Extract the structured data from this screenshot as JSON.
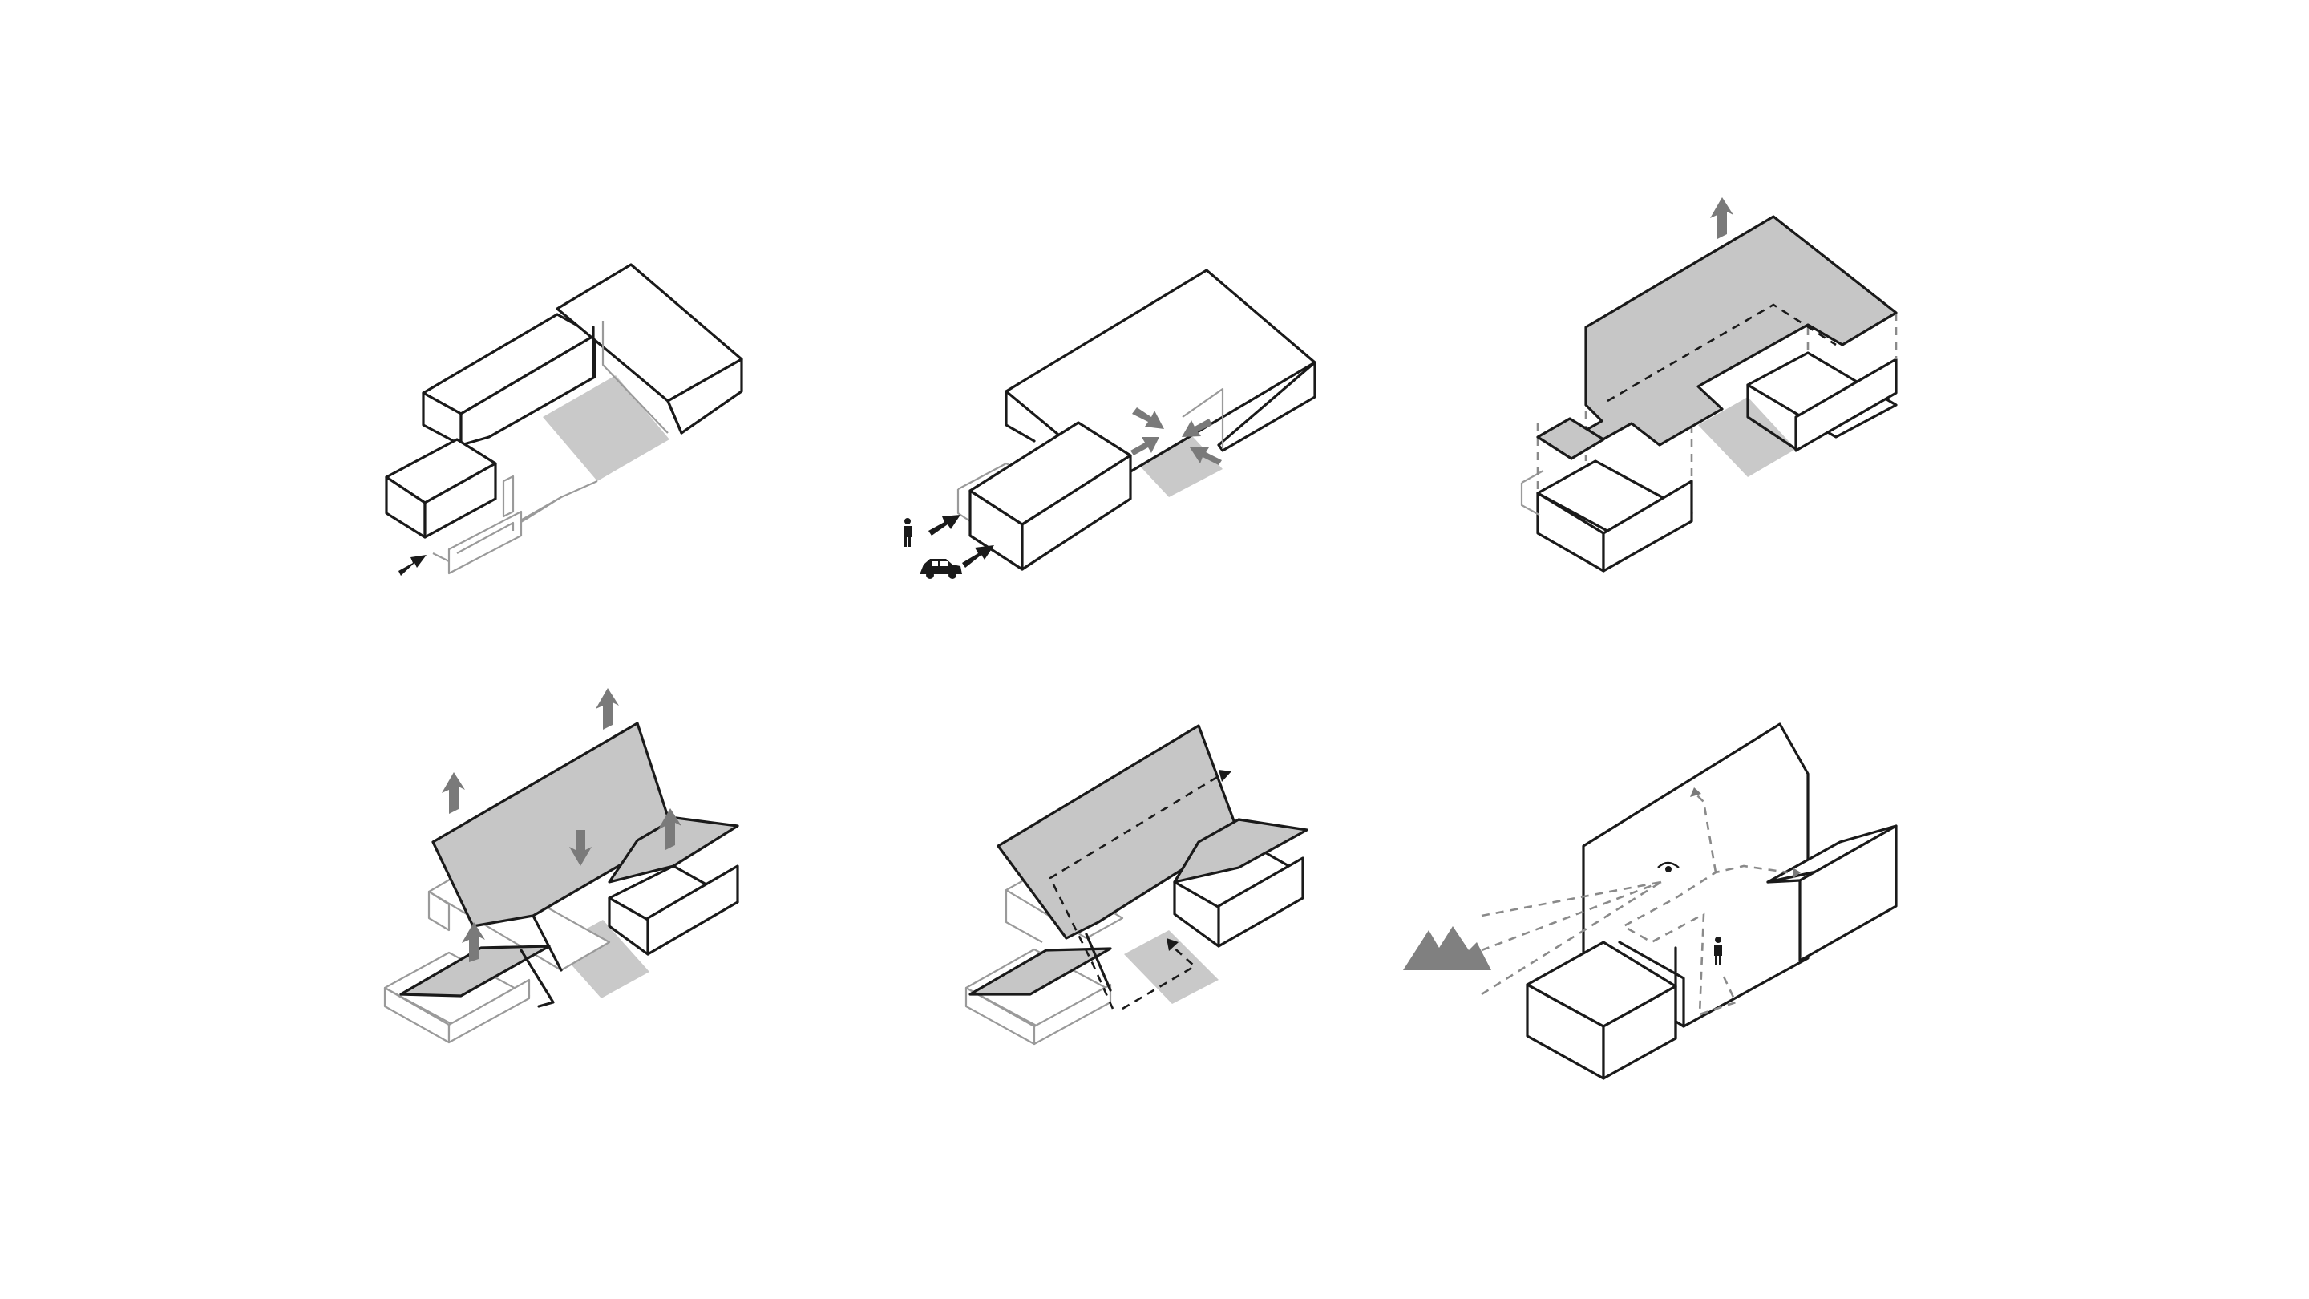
{
  "diagram": {
    "panels": [
      {
        "id": 1,
        "icons": [
          "entry-arrow-icon"
        ]
      },
      {
        "id": 2,
        "icons": [
          "person-icon",
          "car-icon",
          "entry-arrow-icon",
          "compress-arrow-icon"
        ]
      },
      {
        "id": 3,
        "icons": [
          "lift-arrow-icon"
        ]
      },
      {
        "id": 4,
        "icons": [
          "lift-arrow-icon",
          "lower-arrow-icon"
        ]
      },
      {
        "id": 5,
        "icons": [
          "circulation-path-arrow-icon"
        ]
      },
      {
        "id": 6,
        "icons": [
          "mountain-icon",
          "eye-icon",
          "person-icon",
          "sightline-icon"
        ]
      }
    ],
    "colors": {
      "line": "#1a1a1a",
      "fill_gray": "#c9c9c9",
      "arrow_gray": "#7a7a7a",
      "mountain": "#808080",
      "background": "#ffffff"
    }
  }
}
